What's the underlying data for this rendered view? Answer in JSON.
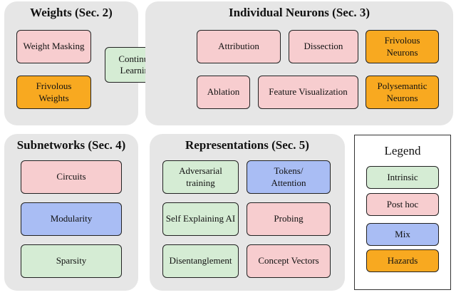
{
  "panels": {
    "weights": "Weights (Sec. 2)",
    "neurons": "Individual Neurons (Sec. 3)",
    "subnetworks": "Subnetworks (Sec. 4)",
    "representations": "Representations (Sec. 5)"
  },
  "weights": {
    "masking": "Weight Masking",
    "frivolous": "Frivolous Weights",
    "continual": "Continual Learning"
  },
  "neurons": {
    "attribution": "Attribution",
    "dissection": "Dissection",
    "frivolous": "Frivolous Neurons",
    "ablation": "Ablation",
    "feature_viz": "Feature Visualization",
    "polysemantic": "Polysemantic Neurons"
  },
  "subnetworks": {
    "circuits": "Circuits",
    "modularity": "Modularity",
    "sparsity": "Sparsity"
  },
  "representations": {
    "adversarial": "Adversarial training",
    "tokens": "Tokens/ Attention",
    "self_explaining": "Self Explaining AI",
    "probing": "Probing",
    "disentanglement": "Disentanglement",
    "concept_vectors": "Concept Vectors"
  },
  "legend": {
    "title": "Legend",
    "intrinsic": "Intrinsic",
    "posthoc": "Post hoc",
    "mix": "Mix",
    "hazards": "Hazards"
  },
  "colors": {
    "intrinsic": "#d5ecd4",
    "posthoc": "#f7cdcf",
    "mix": "#a9bdf4",
    "hazards": "#f8a920"
  }
}
